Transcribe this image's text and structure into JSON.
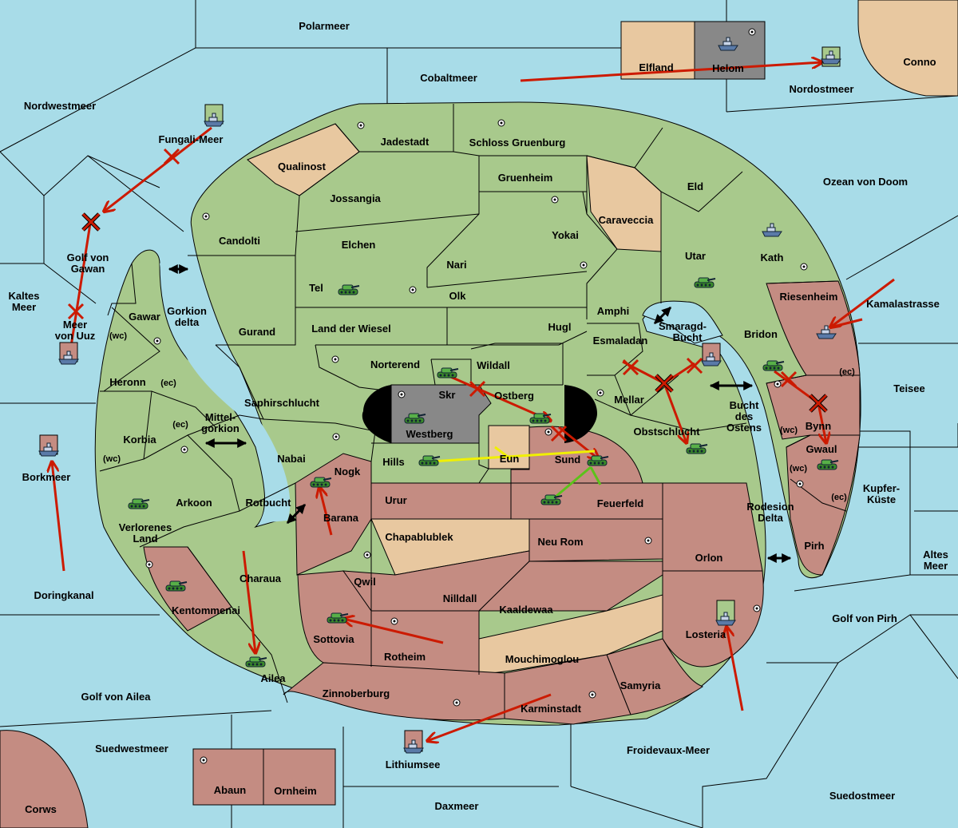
{
  "map": {
    "colors": {
      "sea": "#a8dce8",
      "green": "#a8c98c",
      "red": "#c48c82",
      "tan": "#e8c8a0",
      "grey": "#888888",
      "black": "#000000",
      "arrow": "#cc1a00",
      "support_yellow": "#f0f000",
      "support_green": "#5cc21a",
      "army_icon": "tank-icon",
      "fleet_icon": "ship-icon"
    },
    "seas": {
      "polarmeer": "Polarmeer",
      "cobaltmeer": "Cobaltmeer",
      "nordwestmeer": "Nordwestmeer",
      "nordostmeer": "Nordostmeer",
      "conno": "Conno",
      "fungali_meer": "Fungali-Meer",
      "golf_von_gawan_1": "Golf von",
      "golf_von_gawan_2": "Gawan",
      "ozean_von_doom": "Ozean von Doom",
      "kaltes_meer_1": "Kaltes",
      "kaltes_meer_2": "Meer",
      "meer_von_uuz_1": "Meer",
      "meer_von_uuz_2": "von Uuz",
      "gorkion_delta_1": "Gorkion",
      "gorkion_delta_2": "delta",
      "kamalastrasse": "Kamalastrasse",
      "teisee": "Teisee",
      "smaragd_bucht_1": "Smaragd-",
      "smaragd_bucht_2": "Bucht",
      "bucht_des_ostens_1": "Bucht",
      "bucht_des_ostens_2": "des",
      "bucht_des_ostens_3": "Ostens",
      "mittelgorkion_1": "Mittel-",
      "mittelgorkion_2": "gorkion",
      "borkmeer": "Borkmeer",
      "kupferkueste_1": "Kupfer-",
      "kupferkueste_2": "Küste",
      "rotbucht": "Rotbucht",
      "rodesion_delta_1": "Rodesion",
      "rodesion_delta_2": "Delta",
      "altes_meer_1": "Altes",
      "altes_meer_2": "Meer",
      "doringkanal": "Doringkanal",
      "golf_von_pirh": "Golf von Pirh",
      "golf_von_ailea": "Golf von Ailea",
      "suedwestmeer": "Suedwestmeer",
      "lithiumsee": "Lithiumsee",
      "froidevaux_meer": "Froidevaux-Meer",
      "daxmeer": "Daxmeer",
      "suedostmeer": "Suedostmeer",
      "corws": "Corws"
    },
    "lands": {
      "elfland": "Elfland",
      "helom": "Helom",
      "jadestadt": "Jadestadt",
      "schloss_gruenburg": "Schloss Gruenburg",
      "qualinost": "Qualinost",
      "gruenheim": "Gruenheim",
      "eld": "Eld",
      "jossangia": "Jossangia",
      "caraveccia": "Caraveccia",
      "candolti": "Candolti",
      "elchen": "Elchen",
      "yokai": "Yokai",
      "kath": "Kath",
      "utar": "Utar",
      "nari": "Nari",
      "tel": "Tel",
      "olk": "Olk",
      "amphi": "Amphi",
      "riesenheim": "Riesenheim",
      "gawar": "Gawar",
      "gurand": "Gurand",
      "land_der_wiesel": "Land der Wiesel",
      "hugl": "Hugl",
      "esmaladan": "Esmaladan",
      "bridon": "Bridon",
      "heronn": "Heronn",
      "norterend": "Norterend",
      "wildall": "Wildall",
      "skr": "Skr",
      "ostberg": "Ostberg",
      "mellar": "Mellar",
      "saphirschlucht": "Saphirschlucht",
      "westberg": "Westberg",
      "bynn": "Bynn",
      "korbia": "Korbia",
      "obstschlucht": "Obstschlucht",
      "gwaul": "Gwaul",
      "nabai": "Nabai",
      "hills": "Hills",
      "eun": "Eun",
      "sund": "Sund",
      "nogk": "Nogk",
      "arkoon": "Arkoon",
      "urur": "Urur",
      "feuerfeld": "Feuerfeld",
      "verlorenes_land_1": "Verlorenes",
      "verlorenes_land_2": "Land",
      "barana": "Barana",
      "chapablublek": "Chapablublek",
      "neu_rom": "Neu Rom",
      "pirh": "Pirh",
      "orlon": "Orlon",
      "charaua": "Charaua",
      "qwil": "Qwil",
      "nilldall": "Nilldall",
      "kaaldewaa": "Kaaldewaa",
      "kentommenai": "Kentommenai",
      "sottovia": "Sottovia",
      "losteria": "Losteria",
      "rotheim": "Rotheim",
      "mouchimoglou": "Mouchimoglou",
      "ailea": "Ailea",
      "samyria": "Samyria",
      "zinnoberburg": "Zinnoberburg",
      "karminstadt": "Karminstadt",
      "abaun": "Abaun",
      "ornheim": "Ornheim"
    },
    "coasts": {
      "gawar_wc": "(wc)",
      "heronn_ec": "(ec)",
      "korbia_ec": "(ec)",
      "korbia_wc": "(wc)",
      "riesenheim_ec": "(ec)",
      "bynn_wc": "(wc)",
      "gwaul_wc": "(wc)",
      "gwaul_ec": "(ec)"
    },
    "legend": {
      "tank": "tank-icon",
      "ship": "ship-icon",
      "supply_center": "supply-center-icon",
      "failed_order": "red-x-icon"
    }
  }
}
